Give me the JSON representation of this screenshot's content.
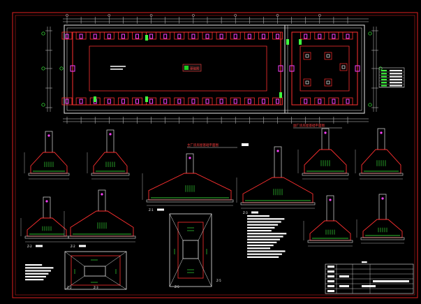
{
  "drawing": {
    "plan_left_title": "主厂房房屋基础平面图",
    "plan_right_title": "副厂房房屋基础平面图",
    "center_tag": "基础图",
    "section_labels": [
      "Z-1",
      "Z-2",
      "Z-3",
      "Z-4",
      "Z-5",
      "Z-6"
    ],
    "colors": {
      "background": "#000000",
      "frame": "#ff2020",
      "outline": "#e0e0e0",
      "footing": "#ff3030",
      "column": "#ff40ff",
      "rebar": "#40ff40",
      "accent": "#ffff40",
      "dim": "#40ffff"
    }
  }
}
